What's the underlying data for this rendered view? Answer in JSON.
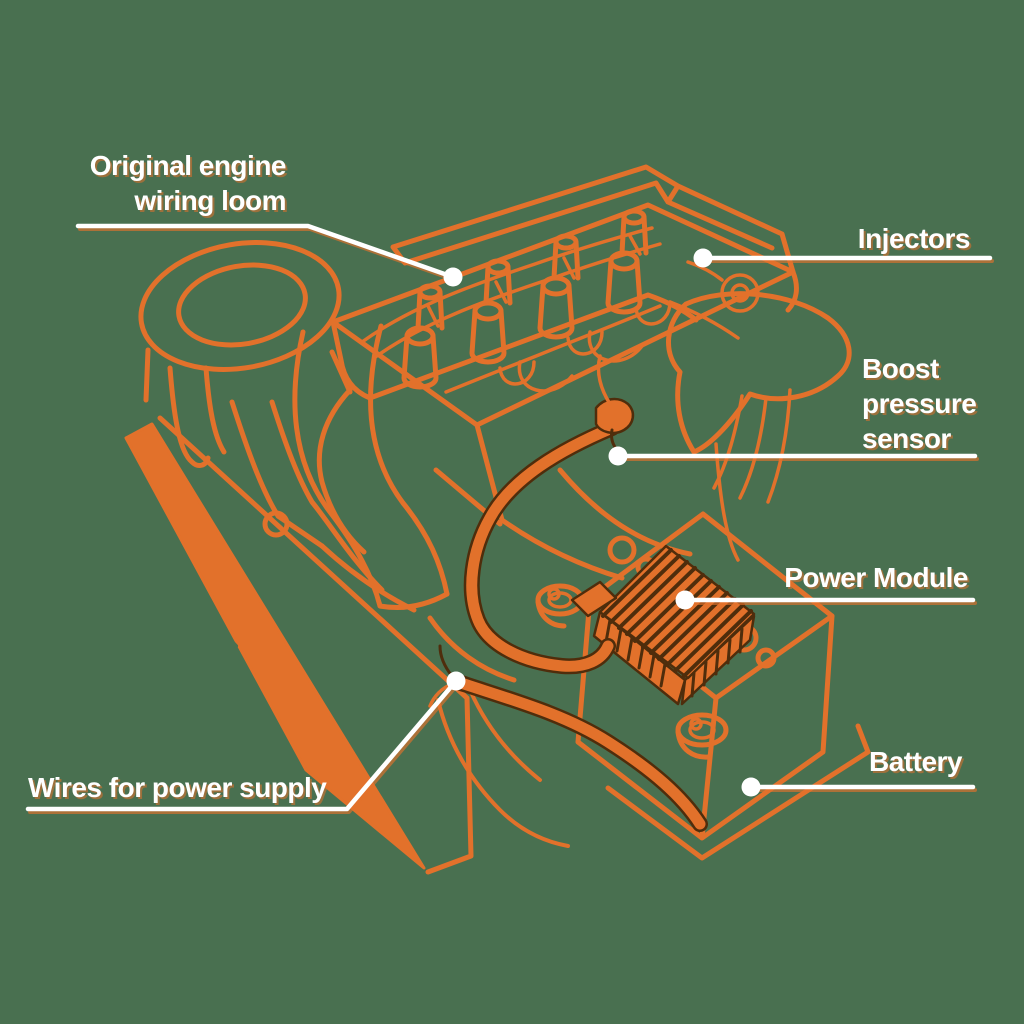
{
  "colors": {
    "background": "#497050",
    "artwork": "#E2712B",
    "artwork_dark": "#4F2D0C",
    "label_text": "#FFFFFF",
    "label_shadow": "rgba(226,113,43,0.55)"
  },
  "labels": {
    "original_engine_wiring_loom": {
      "lines": [
        "Original engine",
        "wiring loom"
      ]
    },
    "injectors": {
      "lines": [
        "Injectors"
      ]
    },
    "boost_pressure_sensor": {
      "lines": [
        "Boost",
        "pressure",
        "sensor"
      ]
    },
    "power_module": {
      "lines": [
        "Power Module"
      ]
    },
    "battery": {
      "lines": [
        "Battery"
      ]
    },
    "wires_for_power_supply": {
      "lines": [
        "Wires for power supply"
      ]
    }
  }
}
